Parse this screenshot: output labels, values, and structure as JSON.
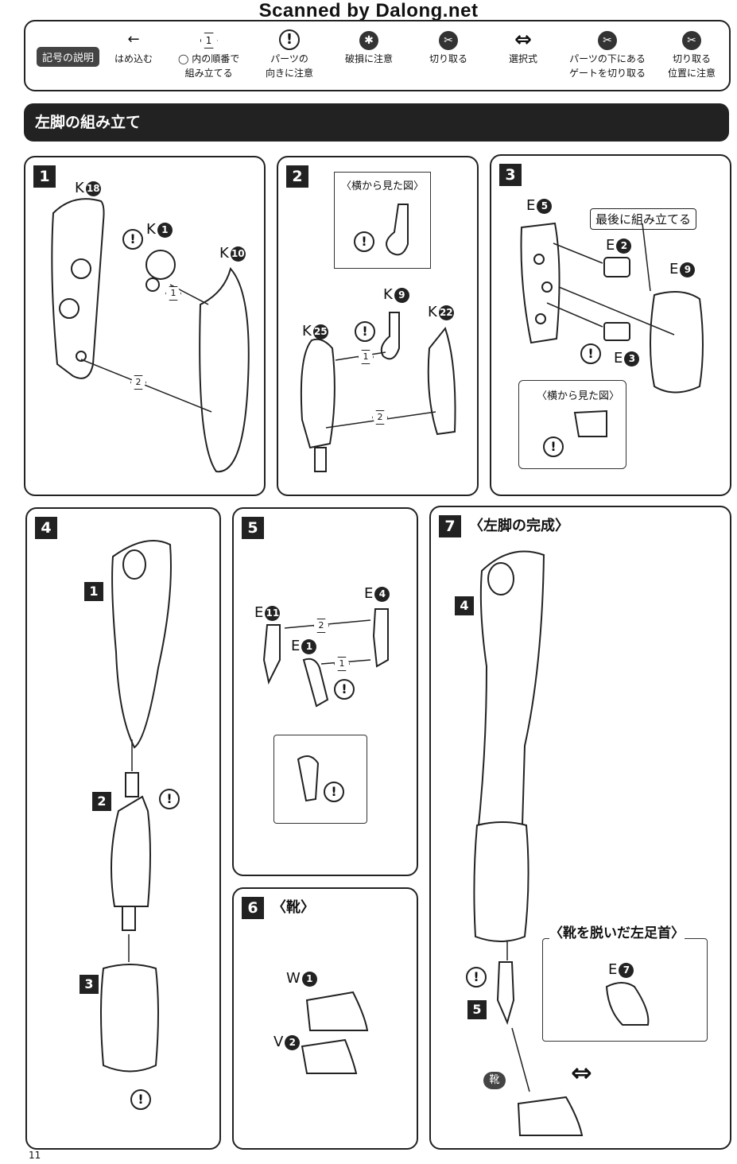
{
  "watermark": "Scanned by Dalong.net",
  "legend": {
    "title": "記号の説明",
    "items": [
      {
        "symbol_icon": "arrow-left-icon",
        "symbol": "←",
        "label": "はめ込む"
      },
      {
        "symbol_icon": "step-number-icon",
        "symbol": "1",
        "label": "◯ 内の順番で\n組み立てる"
      },
      {
        "symbol_icon": "exclamation-icon",
        "symbol": "!",
        "label": "パーツの\n向きに注意"
      },
      {
        "symbol_icon": "breakage-icon",
        "symbol": "✱",
        "label": "破損に注意"
      },
      {
        "symbol_icon": "cut-icon",
        "symbol": "✂",
        "label": "切り取る"
      },
      {
        "symbol_icon": "double-arrow-icon",
        "symbol": "⇔",
        "label": "選択式"
      },
      {
        "symbol_icon": "gate-cut-icon",
        "symbol": "✂",
        "label": "パーツの下にある\nゲートを切り取る"
      },
      {
        "symbol_icon": "cut-position-icon",
        "symbol": "✂",
        "label": "切り取る\n位置に注意"
      }
    ]
  },
  "section_title": "左脚の組み立て",
  "panels": {
    "p1": {
      "num": "1",
      "labels": [
        "K",
        "K",
        "K"
      ],
      "parts": [
        "18",
        "1",
        "10"
      ]
    },
    "p2": {
      "num": "2",
      "sub_title": "〈横から見た図〉",
      "labels": [
        "K",
        "K",
        "K"
      ],
      "parts": [
        "9",
        "25",
        "22"
      ]
    },
    "p3": {
      "num": "3",
      "callout": "最後に組み立てる",
      "sub_title": "〈横から見た図〉",
      "labels": [
        "E",
        "E",
        "E",
        "E"
      ],
      "parts": [
        "5",
        "2",
        "9",
        "3"
      ]
    },
    "p4": {
      "num": "4",
      "steps": [
        "1",
        "2",
        "3"
      ]
    },
    "p5": {
      "num": "5",
      "labels": [
        "E",
        "E",
        "E"
      ],
      "parts": [
        "11",
        "4",
        "1"
      ]
    },
    "p6": {
      "num": "6",
      "title": "〈靴〉",
      "labels": [
        "W",
        "V"
      ],
      "parts": [
        "1",
        "2"
      ]
    },
    "p7": {
      "num": "7",
      "title": "〈左脚の完成〉",
      "sub_title": "〈靴を脱いだ左足首〉",
      "labels": [
        "E"
      ],
      "parts": [
        "7"
      ],
      "steps": [
        "4",
        "5"
      ],
      "shoe_tag": "靴"
    }
  },
  "step_markers": [
    "1",
    "2"
  ],
  "page_number": "11"
}
